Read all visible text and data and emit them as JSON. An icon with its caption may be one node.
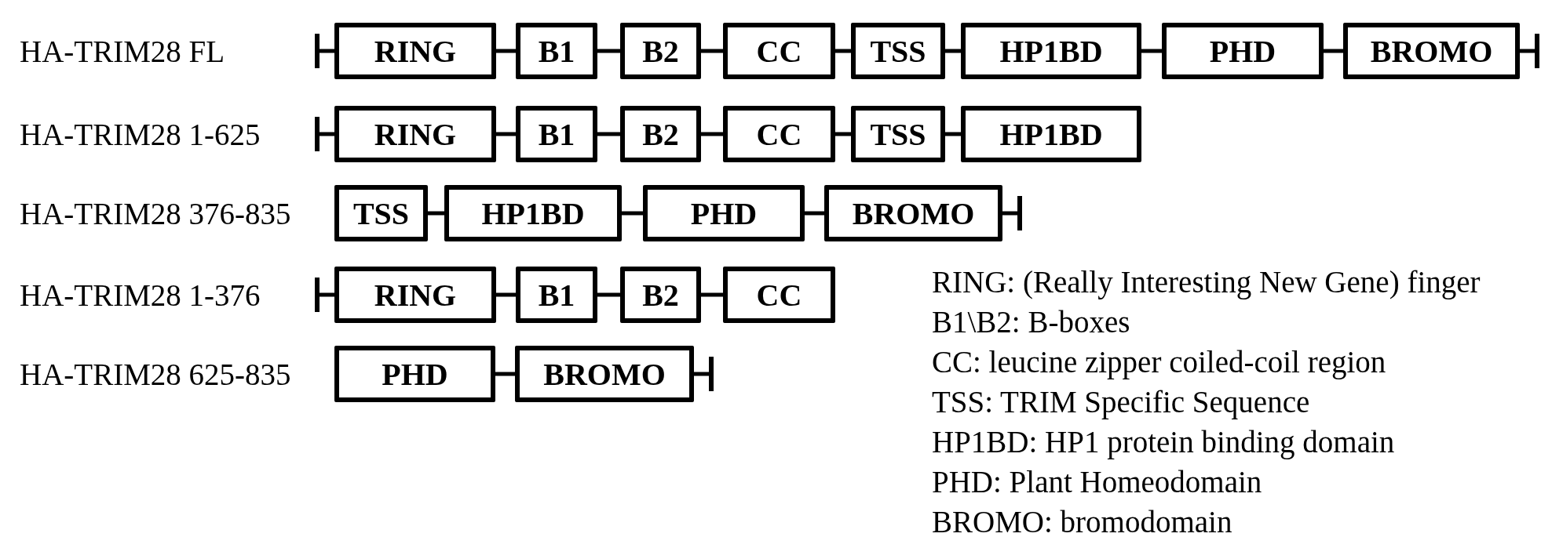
{
  "diagram": {
    "nodes": [
      {
        "text": [
          "RING"
        ]
      },
      {
        "text": [
          "B1"
        ]
      },
      {
        "text": [
          "B2"
        ]
      },
      {
        "text": [
          "CC"
        ]
      },
      {
        "text": [
          "TSS"
        ]
      },
      {
        "text": [
          "HP1BD"
        ]
      },
      {
        "text": [
          "PHD"
        ]
      },
      {
        "text": [
          "BROMO"
        ]
      },
      {
        "text": [
          "RING"
        ]
      },
      {
        "text": [
          "B1"
        ]
      },
      {
        "text": [
          "B2"
        ]
      },
      {
        "text": [
          "CC"
        ]
      },
      {
        "text": [
          "TSS"
        ]
      },
      {
        "text": [
          "HP1BD"
        ]
      },
      {
        "text": [
          "TSS"
        ]
      },
      {
        "text": [
          "HP1BD"
        ]
      },
      {
        "text": [
          "PHD"
        ]
      },
      {
        "text": [
          "BROMO"
        ]
      },
      {
        "text": [
          "RING"
        ]
      },
      {
        "text": [
          "B1"
        ]
      },
      {
        "text": [
          "B2"
        ]
      },
      {
        "text": [
          "CC"
        ]
      },
      {
        "text": [
          "PHD"
        ]
      },
      {
        "text": [
          "BROMO"
        ]
      }
    ],
    "edges": [
      {
        "from": null,
        "to": 0,
        "arrow": "other"
      },
      {
        "from": 0,
        "to": 1,
        "arrow": "none"
      },
      {
        "from": 1,
        "to": 2,
        "arrow": "none"
      },
      {
        "from": 2,
        "to": 3,
        "arrow": "none"
      },
      {
        "from": 3,
        "to": 4,
        "arrow": "none"
      },
      {
        "from": 4,
        "to": 5,
        "arrow": "none"
      },
      {
        "from": 5,
        "to": 6,
        "arrow": "none"
      },
      {
        "from": 6,
        "to": 7,
        "arrow": "none"
      },
      {
        "from": 7,
        "to": null,
        "arrow": "other"
      },
      {
        "from": null,
        "to": 8,
        "arrow": "other"
      },
      {
        "from": 8,
        "to": 9,
        "arrow": "none"
      },
      {
        "from": 9,
        "to": 10,
        "arrow": "none"
      },
      {
        "from": 10,
        "to": 11,
        "arrow": "none"
      },
      {
        "from": 11,
        "to": 12,
        "arrow": "none"
      },
      {
        "from": 12,
        "to": 13,
        "arrow": "none"
      },
      {
        "from": 14,
        "to": 15,
        "arrow": "none"
      },
      {
        "from": 15,
        "to": 16,
        "arrow": "none"
      },
      {
        "from": 16,
        "to": 17,
        "arrow": "none"
      },
      {
        "from": 17,
        "to": null,
        "arrow": "other"
      },
      {
        "from": null,
        "to": 18,
        "arrow": "other"
      },
      {
        "from": 18,
        "to": 19,
        "arrow": "none"
      },
      {
        "from": 19,
        "to": 20,
        "arrow": "none"
      },
      {
        "from": 20,
        "to": 21,
        "arrow": "none"
      },
      {
        "from": 22,
        "to": 23,
        "arrow": "none"
      },
      {
        "from": 23,
        "to": null,
        "arrow": "other"
      }
    ],
    "labels": [
      "HA-TRIM28 FL",
      "HA-TRIM28 1-625",
      "HA-TRIM28 376-835",
      "HA-TRIM28 1-376",
      "HA-TRIM28 625-835",
      "RING: (Really Interesting New Gene) finger",
      "B1\\B2: B-boxes",
      "CC: leucine zipper coiled-coil region",
      "TSS: TRIM Specific Sequence",
      "HP1BD: HP1 protein binding domain",
      "PHD: Plant Homeodomain",
      "BROMO: bromodomain"
    ]
  }
}
